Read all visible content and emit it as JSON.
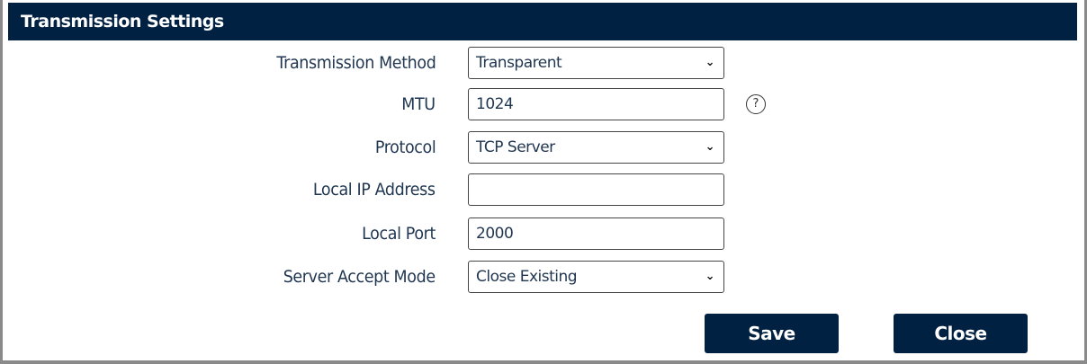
{
  "title": "Transmission Settings",
  "fields": [
    {
      "label": "Transmission Method",
      "value": "Transparent"
    },
    {
      "label": "MTU",
      "value": "1024"
    },
    {
      "label": "Protocol",
      "value": "TCP Server"
    },
    {
      "label": "Local IP Address",
      "value": ""
    },
    {
      "label": "Local Port",
      "value": "2000"
    },
    {
      "label": "Server Accept Mode",
      "value": "Close Existing"
    }
  ],
  "help_glyph": "?",
  "buttons": {
    "save": "Save",
    "close": "Close"
  }
}
